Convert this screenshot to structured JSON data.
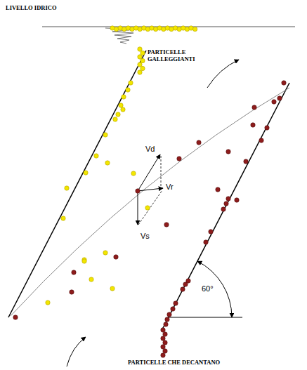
{
  "diagram": {
    "labels": [
      "LIVELLO IDRICO",
      "PARTICELLE GALLEGGIANTI",
      "Vd",
      "Vr",
      "Vs",
      "60°",
      "PARTICELLE CHE DECANTANO"
    ]
  }
}
